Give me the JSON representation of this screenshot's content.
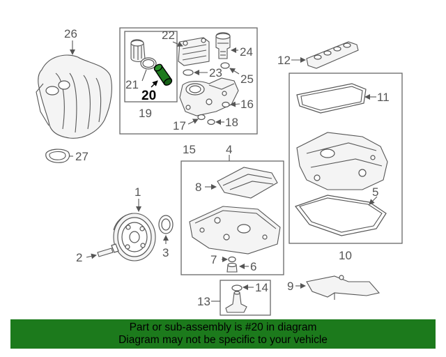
{
  "colors": {
    "highlight": "#1c7a1c",
    "banner": "#1c7a1c",
    "line": "#555555"
  },
  "callouts": {
    "c1": "1",
    "c2": "2",
    "c3": "3",
    "c4": "4",
    "c5": "5",
    "c6": "6",
    "c7": "7",
    "c8": "8",
    "c9": "9",
    "c10": "10",
    "c11": "11",
    "c12": "12",
    "c13": "13",
    "c14": "14",
    "c15": "15",
    "c16": "16",
    "c17": "17",
    "c18": "18",
    "c19": "19",
    "c20": "20",
    "c21": "21",
    "c22": "22",
    "c23": "23",
    "c24": "24",
    "c25": "25",
    "c26": "26",
    "c27": "27"
  },
  "banner": {
    "line1": "Part or sub-assembly is #20 in diagram",
    "line2": "Diagram may not be specific to your vehicle"
  }
}
